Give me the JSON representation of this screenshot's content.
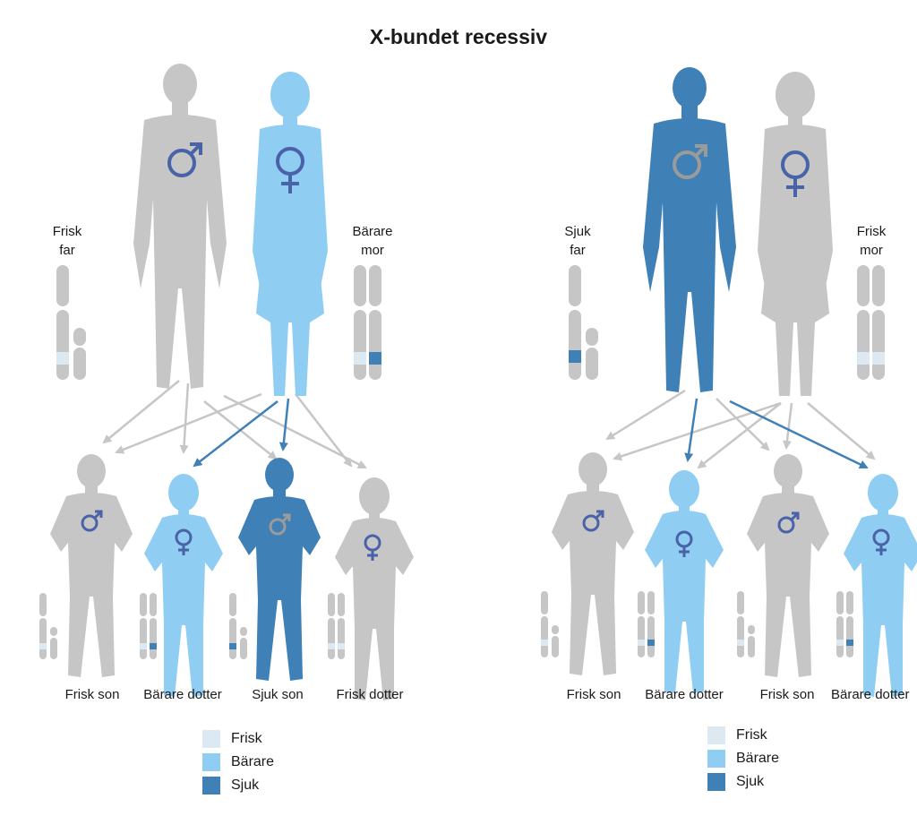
{
  "title": "X-bundet recessiv",
  "colors": {
    "frisk": "#dce8f2",
    "barare": "#8fcdf2",
    "sjuk": "#3f80b7",
    "grey": "#c6c6c6",
    "symbol_blue": "#4a62a8",
    "symbol_grey": "#9b9b9b"
  },
  "left": {
    "father_label": [
      "Frisk",
      "far"
    ],
    "mother_label": [
      "Bärare",
      "mor"
    ],
    "children": [
      "Frisk son",
      "Bärare dotter",
      "Sjuk son",
      "Frisk dotter"
    ]
  },
  "right": {
    "father_label": [
      "Sjuk",
      "far"
    ],
    "mother_label": [
      "Frisk",
      "mor"
    ],
    "children": [
      "Frisk son",
      "Bärare dotter",
      "Frisk son",
      "Bärare dotter"
    ]
  },
  "legend": [
    "Frisk",
    "Bärare",
    "Sjuk"
  ]
}
